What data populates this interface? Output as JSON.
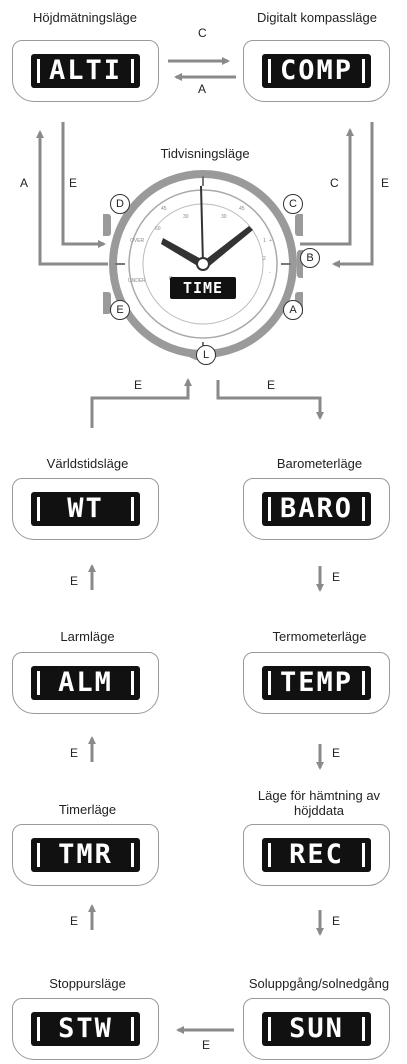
{
  "modes": {
    "alti": {
      "label": "Höjdmätningsläge",
      "code": "ALTI"
    },
    "comp": {
      "label": "Digitalt kompassläge",
      "code": "COMP"
    },
    "time": {
      "label": "Tidvisningsläge",
      "code": "TIME"
    },
    "wt": {
      "label": "Världstidsläge",
      "code": "WT"
    },
    "baro": {
      "label": "Barometerläge",
      "code": "BARO"
    },
    "alm": {
      "label": "Larmläge",
      "code": "ALM"
    },
    "temp": {
      "label": "Termometerläge",
      "code": "TEMP"
    },
    "tmr": {
      "label": "Timerläge",
      "code": "TMR"
    },
    "rec": {
      "label": "Läge för hämtning av höjddata",
      "code": "REC"
    },
    "stw": {
      "label": "Stoppursläge",
      "code": "STW"
    },
    "sun": {
      "label": "Soluppgång/solnedgång",
      "code": "SUN"
    }
  },
  "buttons": {
    "a": "A",
    "b": "B",
    "c": "C",
    "d": "D",
    "e": "E",
    "l": "L"
  },
  "arrow_labels": {
    "c": "C",
    "a": "A",
    "e": "E"
  },
  "dial": {
    "tick_labels": [
      "45",
      "30",
      "60",
      "30",
      "45",
      "R",
      "OVER",
      "UNDER",
      "1",
      "2",
      "+",
      "-"
    ]
  }
}
